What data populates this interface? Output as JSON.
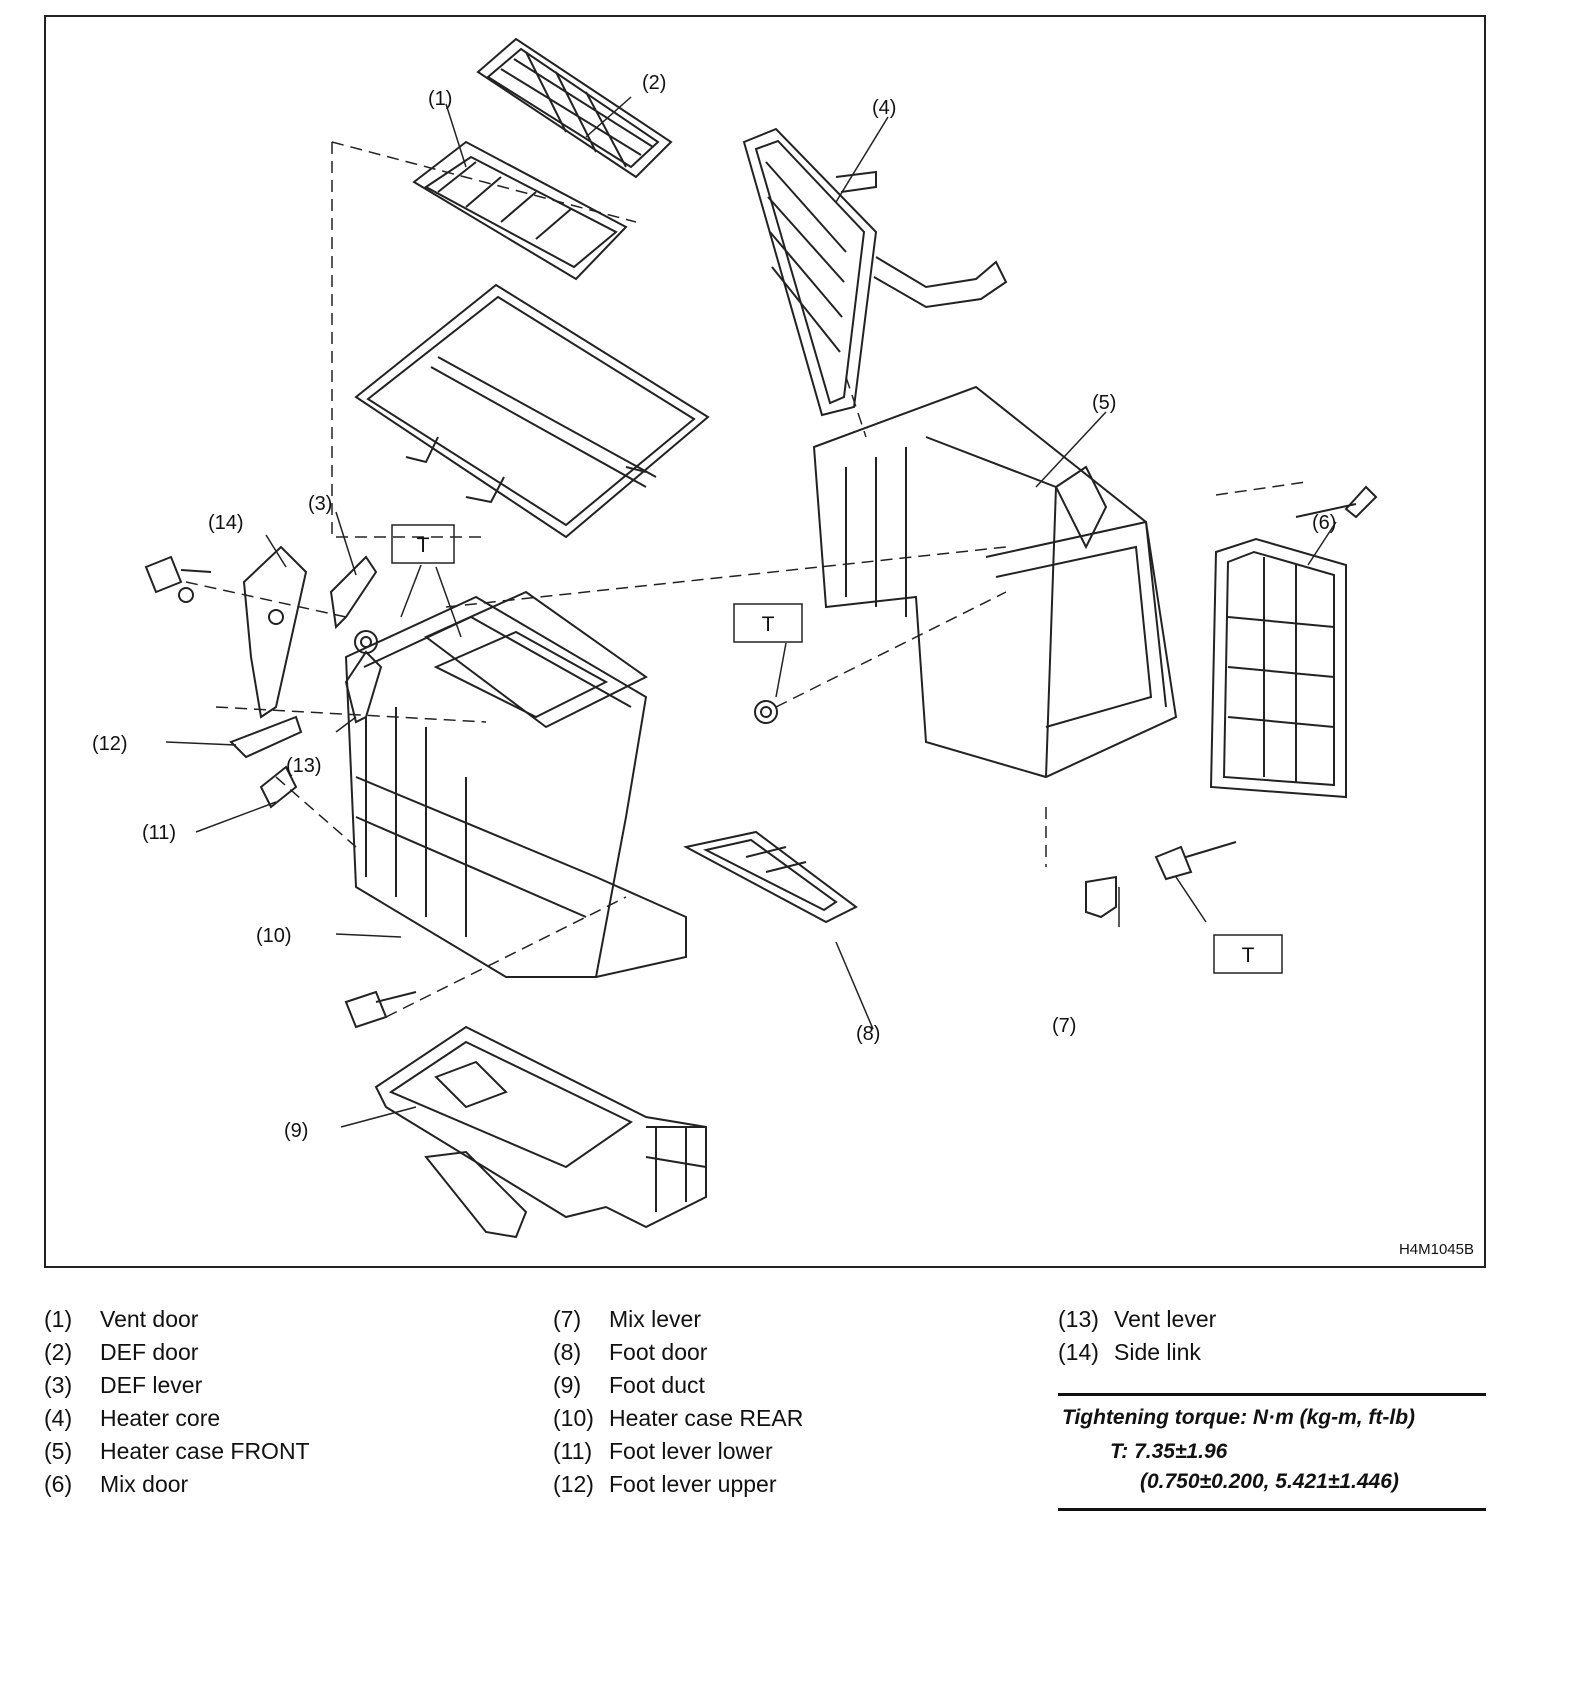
{
  "figure": {
    "code": "H4M1045B",
    "callouts": [
      "(1)",
      "(2)",
      "(3)",
      "(4)",
      "(5)",
      "(6)",
      "(7)",
      "(8)",
      "(9)",
      "(10)",
      "(11)",
      "(12)",
      "(13)",
      "(14)"
    ],
    "torque_marker": "T"
  },
  "legend": {
    "col1": [
      {
        "num": "(1)",
        "label": "Vent door"
      },
      {
        "num": "(2)",
        "label": "DEF door"
      },
      {
        "num": "(3)",
        "label": "DEF lever"
      },
      {
        "num": "(4)",
        "label": "Heater core"
      },
      {
        "num": "(5)",
        "label": "Heater case FRONT"
      },
      {
        "num": "(6)",
        "label": "Mix door"
      }
    ],
    "col2": [
      {
        "num": "(7)",
        "label": "Mix lever"
      },
      {
        "num": "(8)",
        "label": "Foot door"
      },
      {
        "num": "(9)",
        "label": "Foot duct"
      },
      {
        "num": "(10)",
        "label": "Heater case REAR"
      },
      {
        "num": "(11)",
        "label": "Foot lever lower"
      },
      {
        "num": "(12)",
        "label": "Foot lever upper"
      }
    ],
    "col3": [
      {
        "num": "(13)",
        "label": "Vent lever"
      },
      {
        "num": "(14)",
        "label": "Side link"
      }
    ]
  },
  "torque": {
    "title": "Tightening torque: N·m (kg-m, ft-lb)",
    "value": "T: 7.35±1.96",
    "conversion": "(0.750±0.200, 5.421±1.446)"
  }
}
